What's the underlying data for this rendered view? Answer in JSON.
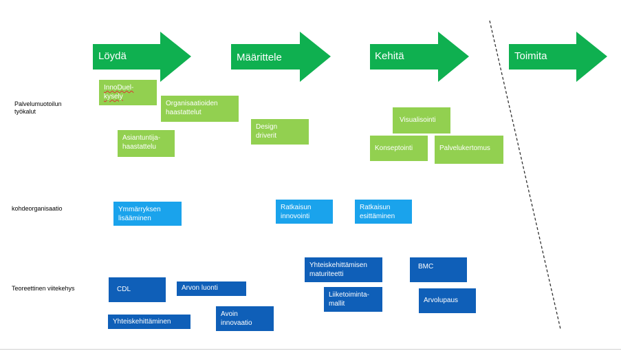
{
  "colors": {
    "arrow": "#0fb050",
    "green_box": "#92d050",
    "cyan_box": "#1aa3ec",
    "blue_box": "#0f5fb8"
  },
  "phases": [
    "Löydä",
    "Määrittele",
    "Kehitä",
    "Toimita"
  ],
  "rows": {
    "tools": "Palvelumuotoilun\ntyökalut",
    "organization": "kohdeorganisaatio",
    "theory": "Teoreettinen viitekehys"
  },
  "tools_boxes": {
    "innoduel": "InnoDuel-\nkysely",
    "organisaatio": "Organisaatioiden\nhaastattelut",
    "asiantuntija": "Asiantuntija-\nhaastattelu",
    "design": "Design\ndriverit",
    "visualisointi": "Visualisointi",
    "konseptointi": "Konseptointi",
    "palvelukertomus": "Palvelukertomus"
  },
  "org_boxes": {
    "ymmarrys": "Ymmärryksen\nlisääminen",
    "innovointi": "Ratkaisun\ninnovointi",
    "esittaminen": "Ratkaisun\nesittäminen"
  },
  "theory_boxes": {
    "cdl": "CDL",
    "arvon_luonti": "Arvon luonti",
    "yhteiskehittaminen": "Yhteiskehittäminen",
    "avoin": "Avoin\ninnovaatio",
    "maturiteetti": "Yhteiskehittämisen\nmaturiteetti",
    "liiketoiminta": "Liiketoiminta-\nmallit",
    "bmc": "BMC",
    "arvolupaus": "Arvolupaus"
  }
}
